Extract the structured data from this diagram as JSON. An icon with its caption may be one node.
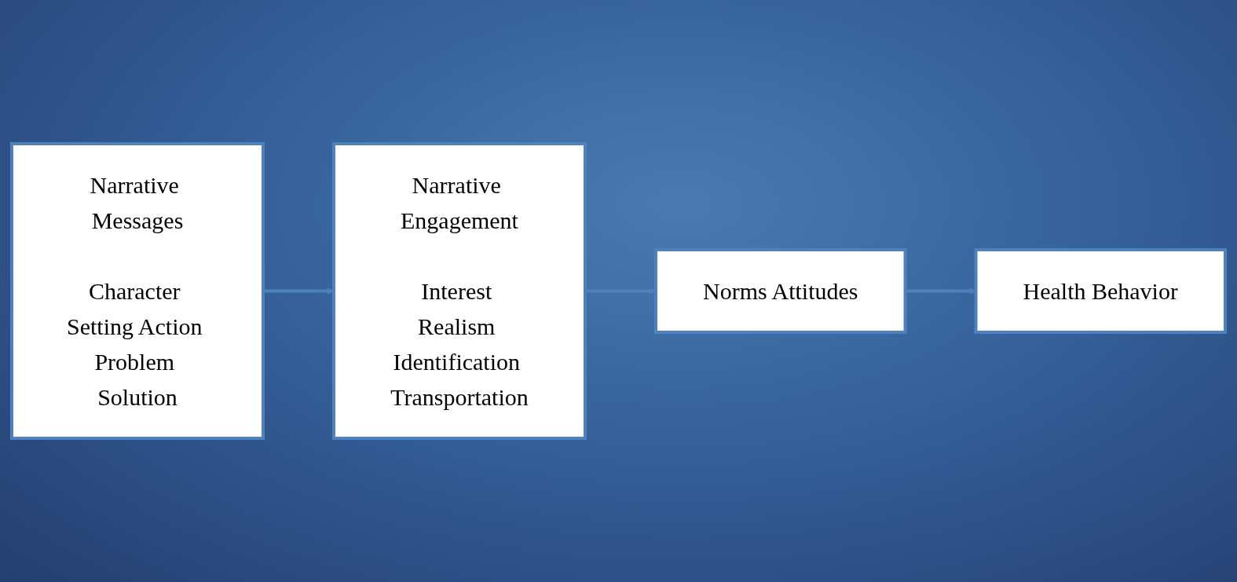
{
  "diagram": {
    "nodes": [
      {
        "text": [
          "Narrative Messages",
          "Character Setting Action Problem Solution"
        ]
      },
      {
        "text": [
          "Narrative Engagement",
          "Interest Realism Identification Transportation"
        ]
      },
      {
        "text": [
          "Norms Attitudes"
        ]
      },
      {
        "text": [
          "Health Behavior"
        ]
      }
    ],
    "edges": [
      {
        "from": 0,
        "to": 1,
        "arrow": "to"
      },
      {
        "from": 1,
        "to": 2,
        "arrow": "to"
      },
      {
        "from": 2,
        "to": 3,
        "arrow": "to"
      }
    ]
  }
}
